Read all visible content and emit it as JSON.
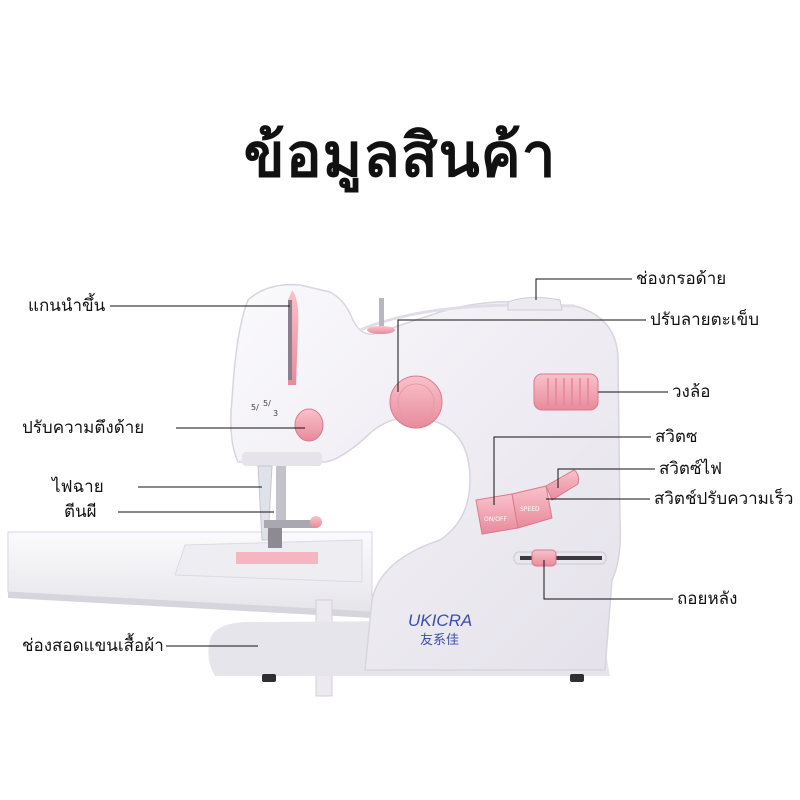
{
  "title": "ข้อมูลสินค้า",
  "brand": {
    "logo_text": "UKICRA",
    "logo_chinese": "友系佳"
  },
  "colors": {
    "accent_pink": "#f0a0ae",
    "body_white": "#f4f2f7",
    "line": "#111111"
  },
  "machine_buttons": {
    "on_off": "ON/OFF",
    "speed": "SPEED"
  },
  "labels_left": [
    {
      "id": "spool-pin",
      "text": "แกนนำขึ้น"
    },
    {
      "id": "tension",
      "text": "ปรับความตึงด้าย"
    },
    {
      "id": "light",
      "text": "ไฟฉาย"
    },
    {
      "id": "presser-foot",
      "text": "ตีนผี"
    },
    {
      "id": "sleeve-slot",
      "text": "ช่องสอดแขนเสื้อผ้า"
    }
  ],
  "labels_right": [
    {
      "id": "thread-cutter",
      "text": "ช่องกรอด้าย"
    },
    {
      "id": "stitch-selector",
      "text": "ปรับลายตะเข็บ"
    },
    {
      "id": "handwheel",
      "text": "วงล้อ"
    },
    {
      "id": "switch",
      "text": "สวิตซ"
    },
    {
      "id": "light-switch",
      "text": "สวิตซ์ไฟ"
    },
    {
      "id": "speed-switch",
      "text": "สวิตช์ปรับความเร็ว"
    },
    {
      "id": "reverse",
      "text": "ถอยหลัง"
    }
  ]
}
